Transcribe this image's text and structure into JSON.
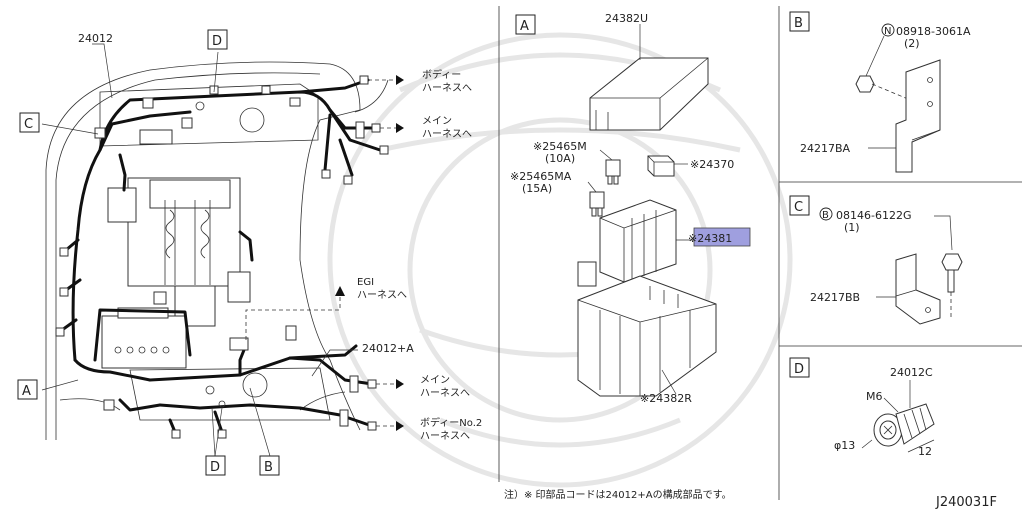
{
  "diagram_id": "J240031F",
  "footnote": "注）※ 印部品コードは24012+Aの構成部品です。",
  "main": {
    "harness_main": "24012",
    "harness_sub": "24012+A",
    "callouts": {
      "a": "A",
      "b": "B",
      "c": "C",
      "d": "D"
    },
    "connections": {
      "body": [
        "ボディー",
        "ハーネスへ"
      ],
      "main_top": [
        "メイン",
        "ハーネスへ"
      ],
      "egi": [
        "EGI",
        "ハーネスへ"
      ],
      "main_bottom": [
        "メイン",
        "ハーネスへ"
      ],
      "body_no2": [
        "ボディーNo.2",
        "ハーネスへ"
      ]
    }
  },
  "panel_a": {
    "title": "A",
    "parts": {
      "cover": "24382U",
      "fuse_10a": [
        "※25465M",
        "(10A)"
      ],
      "fuse_15a": [
        "※25465MA",
        "(15A)"
      ],
      "relay": "※24370",
      "block": "※24381",
      "case": "※24382R"
    }
  },
  "panel_b": {
    "title": "B",
    "nut_prefix": "N",
    "nut": "08918-3061A",
    "nut_qty": "(2)",
    "bracket": "24217BA"
  },
  "panel_c": {
    "title": "C",
    "bolt_prefix": "B",
    "bolt": "08146-6122G",
    "bolt_qty": "(1)",
    "bracket": "24217BB"
  },
  "panel_d": {
    "title": "D",
    "clip": "24012C",
    "thread": "M6",
    "dia": "φ13",
    "len": "12"
  },
  "colors": {
    "highlight": "#9f9fdf",
    "line": "#222222"
  }
}
